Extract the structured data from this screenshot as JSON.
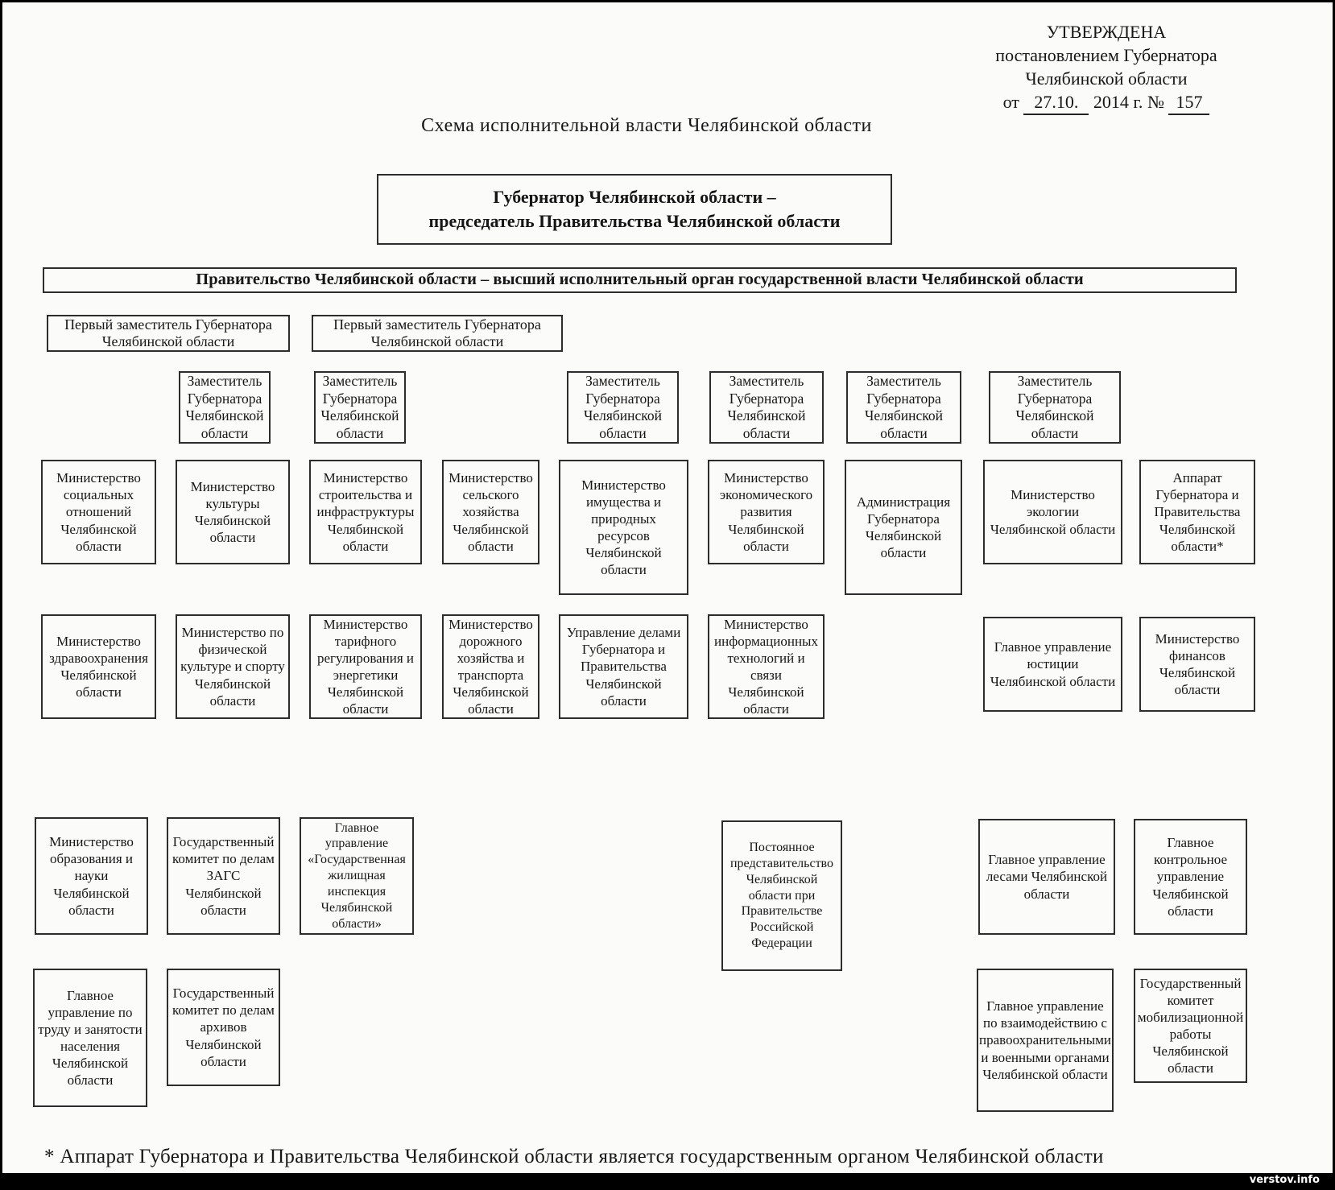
{
  "document": {
    "approval": {
      "line1": "УТВЕРЖДЕНА",
      "line2": "постановлением Губернатора",
      "line3": "Челябинской области",
      "date_prefix": "от",
      "date_value": "27.10.",
      "date_suffix": "2014 г.",
      "number_sign": "№",
      "number_value": "157"
    },
    "title": "Схема исполнительной власти Челябинской области",
    "footnote": "* Аппарат Губернатора и Правительства Челябинской области является государственным органом Челябинской области",
    "watermark": "verstov.info"
  },
  "top": {
    "governor_line1": "Губернатор Челябинской области –",
    "governor_line2": "председатель Правительства Челябинской области",
    "government": "Правительство Челябинской области – высший исполнительный орган государственной власти Челябинской области",
    "first_deputy": "Первый заместитель Губернатора Челябинской области",
    "deputy": "Заместитель Губернатора Челябинской области"
  },
  "bodies": {
    "social": "Министерство социальных отношений Челябинской области",
    "culture": "Министерство культуры Челябинской области",
    "construction": "Министерство строительства и инфраструктуры Челябинской области",
    "agriculture": "Министерство сельского хозяйства Челябинской области",
    "property": "Министерство имущества и природных ресурсов Челябинской области",
    "economy": "Министерство экономического развития Челябинской области",
    "administration": "Администрация Губернатора Челябинской области",
    "ecology": "Министерство экологии Челябинской области",
    "apparatus": "Аппарат Губернатора и Правительства Челябинской области*",
    "health": "Министерство здравоохранения Челябинской области",
    "sport": "Министерство по физической культуре и спорту Челябинской области",
    "tariff": "Министерство тарифного регулирования и энергетики Челябинской области",
    "roads": "Министерство дорожного хозяйства и транспорта Челябинской области",
    "affairs_office": "Управление делами Губернатора и Правительства Челябинской области",
    "it": "Министерство информационных технологий и связи Челябинской области",
    "justice": "Главное управление юстиции Челябинской области",
    "finance": "Министерство финансов Челябинской области",
    "education": "Министерство образования и науки Челябинской области",
    "zags": "Государственный комитет по делам ЗАГС Челябинской области",
    "housing": "Главное управление «Государственная жилищная инспекция Челябинской области»",
    "representation": "Постоянное представительство Челябинской области при Правительстве Российской Федерации",
    "forests": "Главное управление лесами Челябинской области",
    "control": "Главное контрольное управление Челябинской области",
    "labor": "Главное управление по труду и занятости населения Челябинской области",
    "archives": "Государственный комитет по делам архивов Челябинской области",
    "law_enforcement": "Главное управление по взаимодействию  с правоохранительными и военными органами Челябинской области",
    "mobilization": "Государственный комитет мобилизационной работы Челябинской области"
  }
}
